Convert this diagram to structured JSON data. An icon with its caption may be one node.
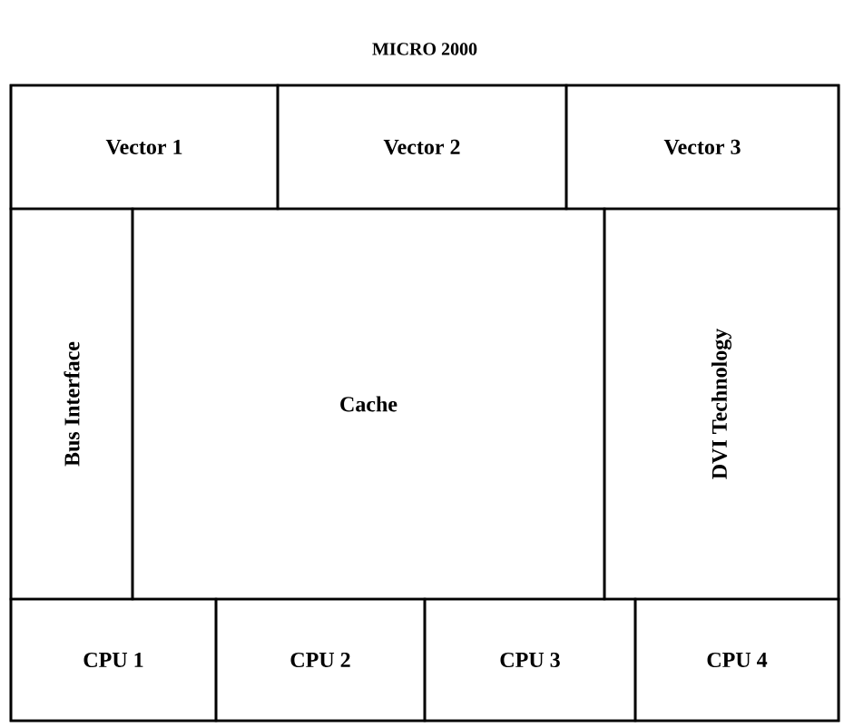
{
  "diagram": {
    "nodes": [
      {
        "text": [
          "MICRO 2000"
        ]
      },
      {
        "text": [
          "Vector 1"
        ],
        "in": 0
      },
      {
        "text": [
          "Vector 2"
        ],
        "in": 0
      },
      {
        "text": [
          "Vector 3"
        ],
        "in": 0
      },
      {
        "text": [
          "Bus Interface"
        ],
        "in": 0
      },
      {
        "text": [
          "Cache"
        ],
        "in": 0
      },
      {
        "text": [
          "DVI Technology"
        ],
        "in": 0
      },
      {
        "text": [
          "CPU 1"
        ],
        "in": 0
      },
      {
        "text": [
          "CPU 2"
        ],
        "in": 0
      },
      {
        "text": [
          "CPU 3"
        ],
        "in": 0
      },
      {
        "text": [
          "CPU 4"
        ],
        "in": 0
      }
    ]
  }
}
